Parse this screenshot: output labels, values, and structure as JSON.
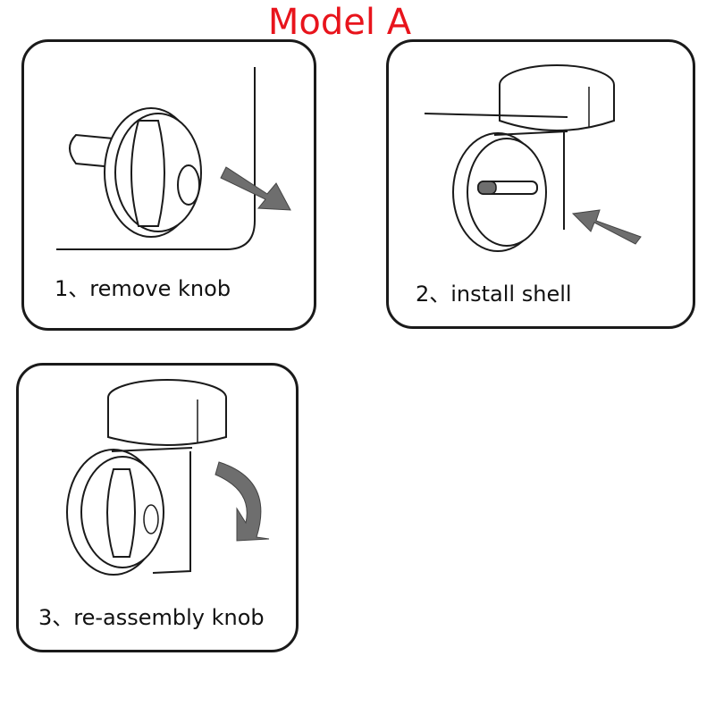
{
  "title": "Model A",
  "steps": [
    {
      "label": "1、remove knob"
    },
    {
      "label": "2、install shell"
    },
    {
      "label": "3、re-assembly knob"
    }
  ],
  "colors": {
    "title": "#e8141c",
    "arrow": "#6e6e6e",
    "line": "#1a1a1a"
  }
}
